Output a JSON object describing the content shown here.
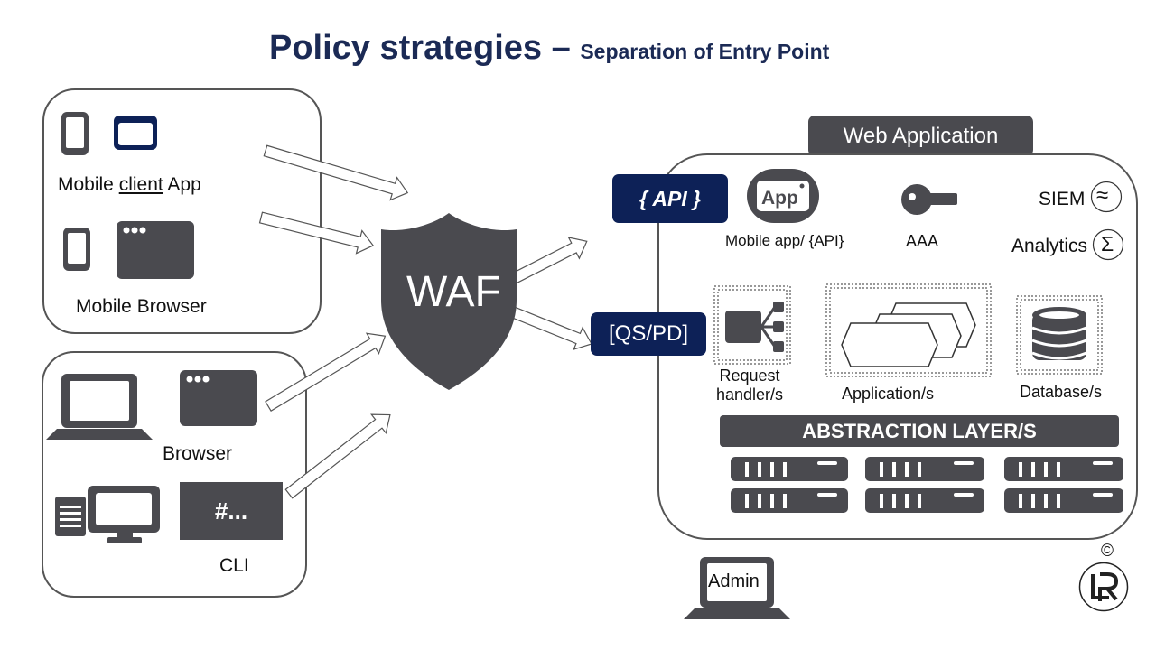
{
  "title": {
    "main": "Policy strategies",
    "dash": "–",
    "subtitle": "Separation of Entry Point"
  },
  "clients": {
    "mobile_app": {
      "label_prefix": "Mobile ",
      "label_underlined": "client",
      "label_suffix": " App"
    },
    "mobile_browser": {
      "label": "Mobile Browser"
    },
    "browser": {
      "label": "Browser"
    },
    "cli": {
      "label": "CLI",
      "prompt": "#..."
    }
  },
  "waf": {
    "label": "WAF"
  },
  "web_app": {
    "header": "Web Application",
    "api_tag": "{ API }",
    "qspd_tag": "[QS/PD]",
    "app_icon_text": "App",
    "mobile_app_api_label": "Mobile app/ {API}",
    "aaa_label": "AAA",
    "siem_label": "SIEM",
    "siem_symbol": "≈",
    "analytics_label": "Analytics",
    "analytics_symbol": "Σ",
    "request_handler_label_1": "Request",
    "request_handler_label_2": "handler/s",
    "application_label": "Application/s",
    "database_label": "Database/s",
    "abstraction_label": "ABSTRACTION LAYER/S"
  },
  "admin": {
    "label": "Admin"
  },
  "copyright": {
    "symbol": "©",
    "logo_text": "LR"
  },
  "colors": {
    "navy": "#0d2157",
    "title": "#1b2a55",
    "dark_gray": "#4a4a4f",
    "border": "#555555"
  }
}
